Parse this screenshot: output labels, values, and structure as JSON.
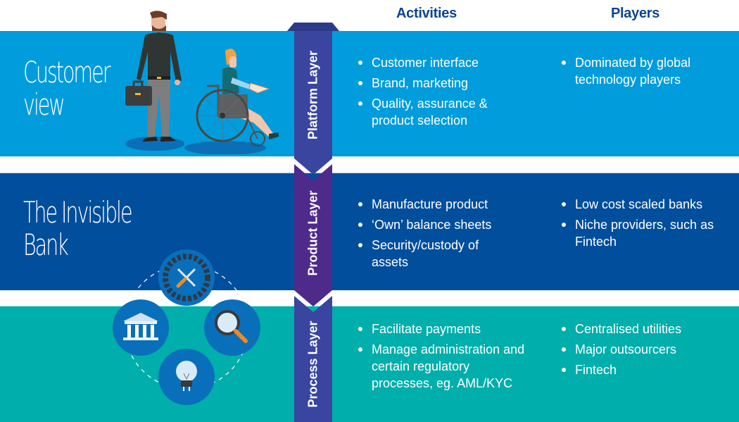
{
  "headers": {
    "activities": "Activities",
    "players": "Players"
  },
  "colors": {
    "platform_band": "#009cdc",
    "product_band": "#004e9c",
    "process_band": "#00aeab",
    "arrow_platform": "#3a45a0",
    "arrow_product": "#4e2a8a",
    "arrow_process": "#3a45a0",
    "header_text": "#0a4594"
  },
  "bands": [
    {
      "id": "platform",
      "title_lines": [
        "Customer",
        "view"
      ],
      "layer_label": "Platform Layer",
      "illustration": "people-icon",
      "activities": [
        "Customer interface",
        "Brand, marketing",
        "Quality, assurance & product selection"
      ],
      "players": [
        "Dominated by global technology players"
      ]
    },
    {
      "id": "product",
      "title_lines": [
        "The Invisible",
        "Bank"
      ],
      "layer_label": "Product Layer",
      "illustration": "icon-cluster",
      "activities": [
        "Manufacture product",
        "‘Own’ balance sheets",
        "Security/custody of assets"
      ],
      "players": [
        "Low cost scaled banks",
        "Niche providers, such as Fintech"
      ]
    },
    {
      "id": "process",
      "title_lines": [],
      "layer_label": "Process Layer",
      "illustration": "icon-cluster",
      "activities": [
        "Facilitate payments",
        "Manage administration and certain regulatory processes, eg. AML/KYC"
      ],
      "players": [
        "Centralised utilities",
        "Major outsourcers",
        "Fintech"
      ]
    }
  ],
  "icons": [
    "tools-gear-icon",
    "bank-building-icon",
    "magnifier-icon",
    "lightbulb-icon"
  ]
}
